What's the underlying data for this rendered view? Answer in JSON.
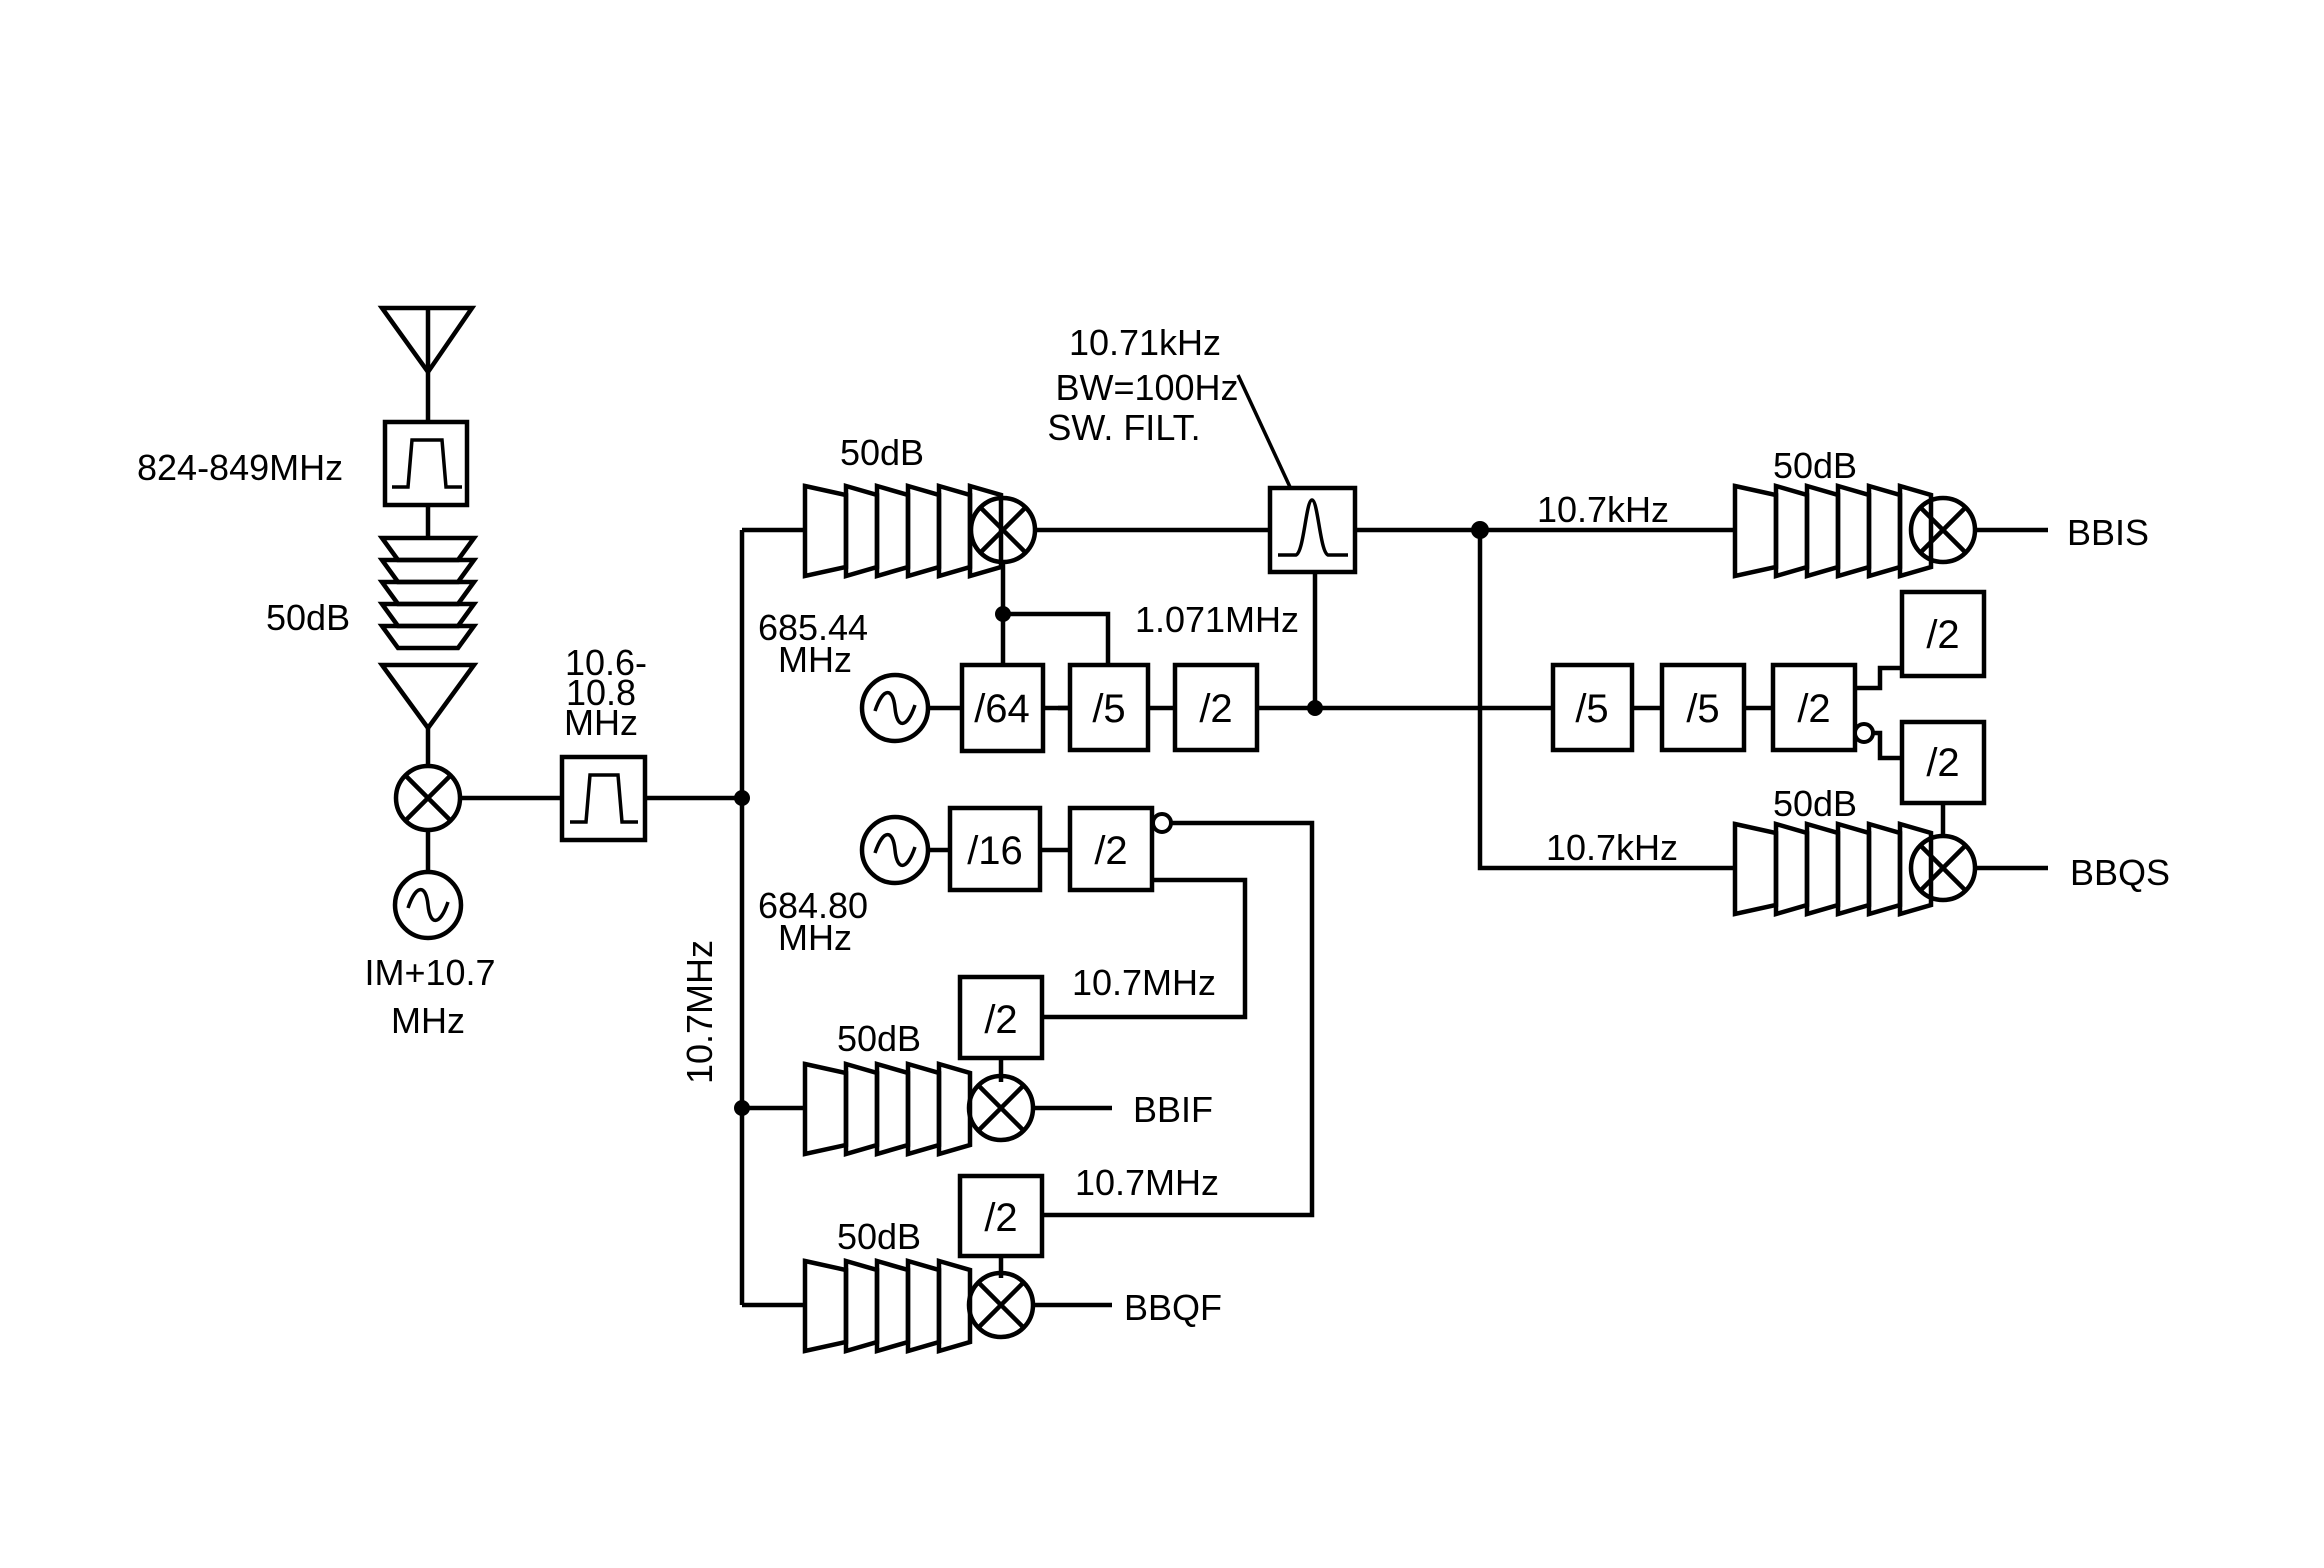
{
  "labels": {
    "rf_band": "824-849MHz",
    "rf_gain": "50dB",
    "if_filter_line1": "10.6-",
    "if_filter_line2": "10.8",
    "if_filter_line3": "MHz",
    "lo1_line1": "IM+10.7",
    "lo1_line2": "MHz",
    "if_bus": "10.7MHz",
    "top_gain": "50dB",
    "osc_a_line1": "685.44",
    "osc_a_line2": "MHz",
    "osc_b_line1": "684.80",
    "osc_b_line2": "MHz",
    "sw_filt_line1": "10.71kHz",
    "sw_filt_line2": "BW=100Hz",
    "sw_filt_line3": "SW. FILT.",
    "mid_freq": "1.071MHz",
    "bbis_freq": "10.7kHz",
    "bbqs_freq": "10.7kHz",
    "bbis_gain": "50dB",
    "bbqs_gain": "50dB",
    "bbif_gain": "50dB",
    "bbqf_gain": "50dB",
    "bbif_lo": "10.7MHz",
    "bbqf_lo": "10.7MHz"
  },
  "dividers": {
    "d64": "/64",
    "d5a": "/5",
    "d2a": "/2",
    "d16": "/16",
    "d2b": "/2",
    "d5b": "/5",
    "d5c": "/5",
    "d2c": "/2",
    "d2s_top": "/2",
    "d2s_bot": "/2",
    "d2f_top": "/2",
    "d2f_bot": "/2"
  },
  "outputs": {
    "bbis": "BBIS",
    "bbqs": "BBQS",
    "bbif": "BBIF",
    "bbqf": "BBQF"
  }
}
